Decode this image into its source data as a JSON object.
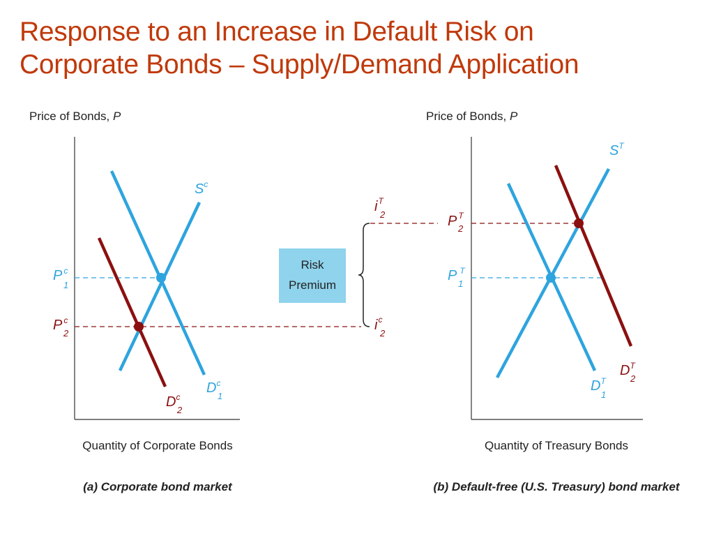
{
  "title": {
    "line1": "Response to an Increase in Default Risk on",
    "line2": "Corporate Bonds – Supply/Demand Application"
  },
  "colors": {
    "title": "#c0390b",
    "initial": "#2ea4de",
    "shifted": "#8b1010"
  },
  "panel_a": {
    "y_axis_title": "Price of Bonds, P",
    "x_axis_title": "Quantity of Corporate Bonds",
    "caption": "(a) Corporate bond market",
    "supply_label": {
      "base": "S",
      "sup": "c"
    },
    "demand1_label": {
      "base": "D",
      "sub": "1",
      "sup": "c"
    },
    "demand2_label": {
      "base": "D",
      "sub": "2",
      "sup": "c"
    },
    "price1_label": {
      "base": "P",
      "sub": "1",
      "sup": "c"
    },
    "price2_label": {
      "base": "P",
      "sub": "2",
      "sup": "c"
    }
  },
  "panel_b": {
    "y_axis_title": "Price of Bonds, P",
    "x_axis_title": "Quantity of Treasury Bonds",
    "caption": "(b) Default-free (U.S. Treasury) bond market",
    "supply_label": {
      "base": "S",
      "sup": "T"
    },
    "demand1_label": {
      "base": "D",
      "sub": "1",
      "sup": "T"
    },
    "demand2_label": {
      "base": "D",
      "sub": "2",
      "sup": "T"
    },
    "price1_label": {
      "base": "P",
      "sub": "1",
      "sup": "T"
    },
    "price2_label": {
      "base": "P",
      "sub": "2",
      "sup": "T"
    }
  },
  "middle": {
    "box_line1": "Risk",
    "box_line2": "Premium",
    "rate_top": {
      "base": "i",
      "sub": "2",
      "sup": "T"
    },
    "rate_bottom": {
      "base": "i",
      "sub": "2",
      "sup": "c"
    }
  }
}
